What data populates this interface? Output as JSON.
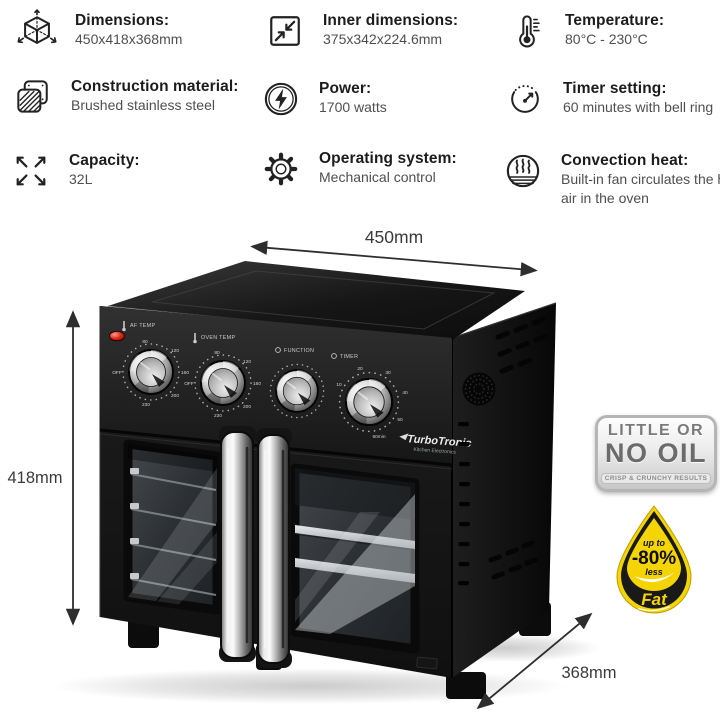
{
  "features": {
    "items": [
      {
        "icon": "cube-3d-icon",
        "title": "Dimensions:",
        "value": "450x418x368mm"
      },
      {
        "icon": "arrows-inward-icon",
        "title": "Inner dimensions:",
        "value": "375x342x224.6mm"
      },
      {
        "icon": "thermometer-icon",
        "title": "Temperature:",
        "value": "80°C - 230°C"
      },
      {
        "icon": "panels-hatch-icon",
        "title": "Construction material:",
        "value": "Brushed stainless steel"
      },
      {
        "icon": "lightning-circle-icon",
        "title": "Power:",
        "value": "1700 watts"
      },
      {
        "icon": "timer-clock-icon",
        "title": "Timer setting:",
        "value": "60 minutes with bell ring"
      },
      {
        "icon": "arrows-outward-icon",
        "title": "Capacity:",
        "value": "32L"
      },
      {
        "icon": "gear-icon",
        "title": "Operating system:",
        "value": "Mechanical control"
      },
      {
        "icon": "convection-waves-icon",
        "title": "Convection heat:",
        "value": "Built-in fan circulates the hot air in the oven"
      }
    ]
  },
  "dimensions": {
    "width_label": "450mm",
    "height_label": "418mm",
    "depth_label": "368mm"
  },
  "product": {
    "brand": "TurboTronic",
    "brand_sub": "Kitchen Electronics",
    "dial_labels": [
      "AF TEMP",
      "OVEN TEMP",
      "FUNCTION",
      "TIMER"
    ],
    "temp_scale": [
      "OFF",
      "80",
      "120",
      "160",
      "200",
      "230"
    ],
    "timer_scale": [
      "10",
      "20",
      "30",
      "40",
      "50",
      "60min"
    ]
  },
  "badges": {
    "no_oil": {
      "line1": "LITTLE OR",
      "line2": "NO OIL",
      "line3": "CRISP & CRUNCHY RESULTS"
    },
    "fat_drop": {
      "up_to": "up to",
      "percent": "-80%",
      "less": "less",
      "fat": "Fat"
    }
  },
  "colors": {
    "accent_yellow": "#F4D403",
    "oven_black": "#1A1A1A",
    "badge_silver": "#D9D9D9",
    "indicator_red": "#D42313",
    "dimension_text": "#3A3A3A",
    "title_text": "#1C1C1C",
    "value_text": "#4F4F4F"
  }
}
